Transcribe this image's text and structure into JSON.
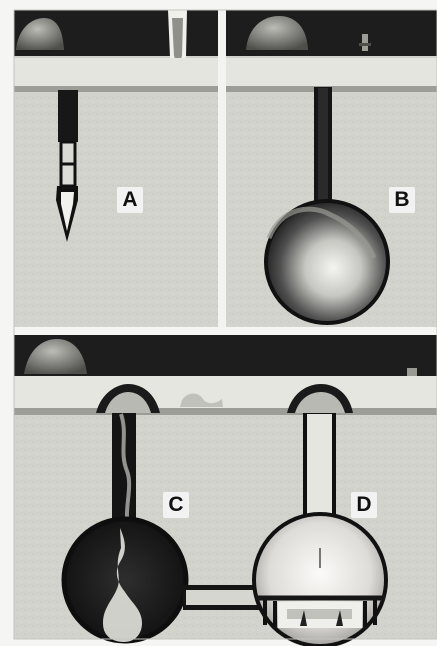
{
  "figure": {
    "labels": {
      "a": "A",
      "b": "B",
      "c": "C",
      "d": "D"
    },
    "colors": {
      "background": "#f5f5f3",
      "panel": "#d4d4cf",
      "dark": "#1c1c1c",
      "pipe": "#e7e7e2",
      "white": "#f2f2f2"
    }
  }
}
